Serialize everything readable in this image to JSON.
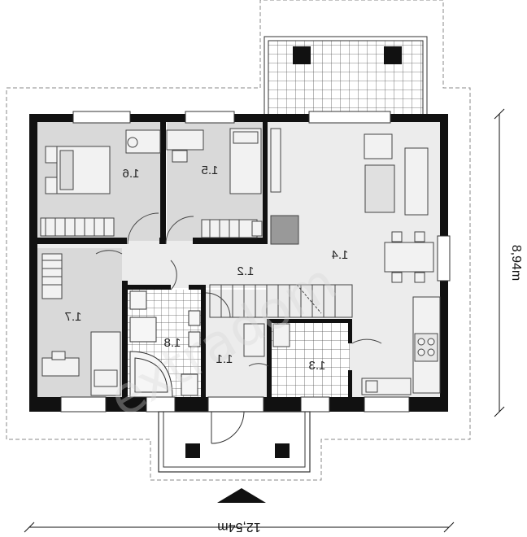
{
  "plan": {
    "rooms": [
      {
        "id": "r16",
        "label": "1.6"
      },
      {
        "id": "r15",
        "label": "1.5"
      },
      {
        "id": "r14",
        "label": "1.4"
      },
      {
        "id": "r12",
        "label": "1.2"
      },
      {
        "id": "r17",
        "label": "1.7"
      },
      {
        "id": "r18",
        "label": "1.8"
      },
      {
        "id": "r11",
        "label": "1.1"
      },
      {
        "id": "r13",
        "label": "1.3"
      }
    ],
    "dimensions": {
      "width": "12,54m",
      "depth": "8,94m"
    },
    "watermark": "extradom",
    "colors": {
      "wall": "#111111",
      "floor_gray": "#d9d9d9",
      "floor_light": "#ececec",
      "tile": "#ffffff",
      "grid_line": "#555555"
    }
  }
}
